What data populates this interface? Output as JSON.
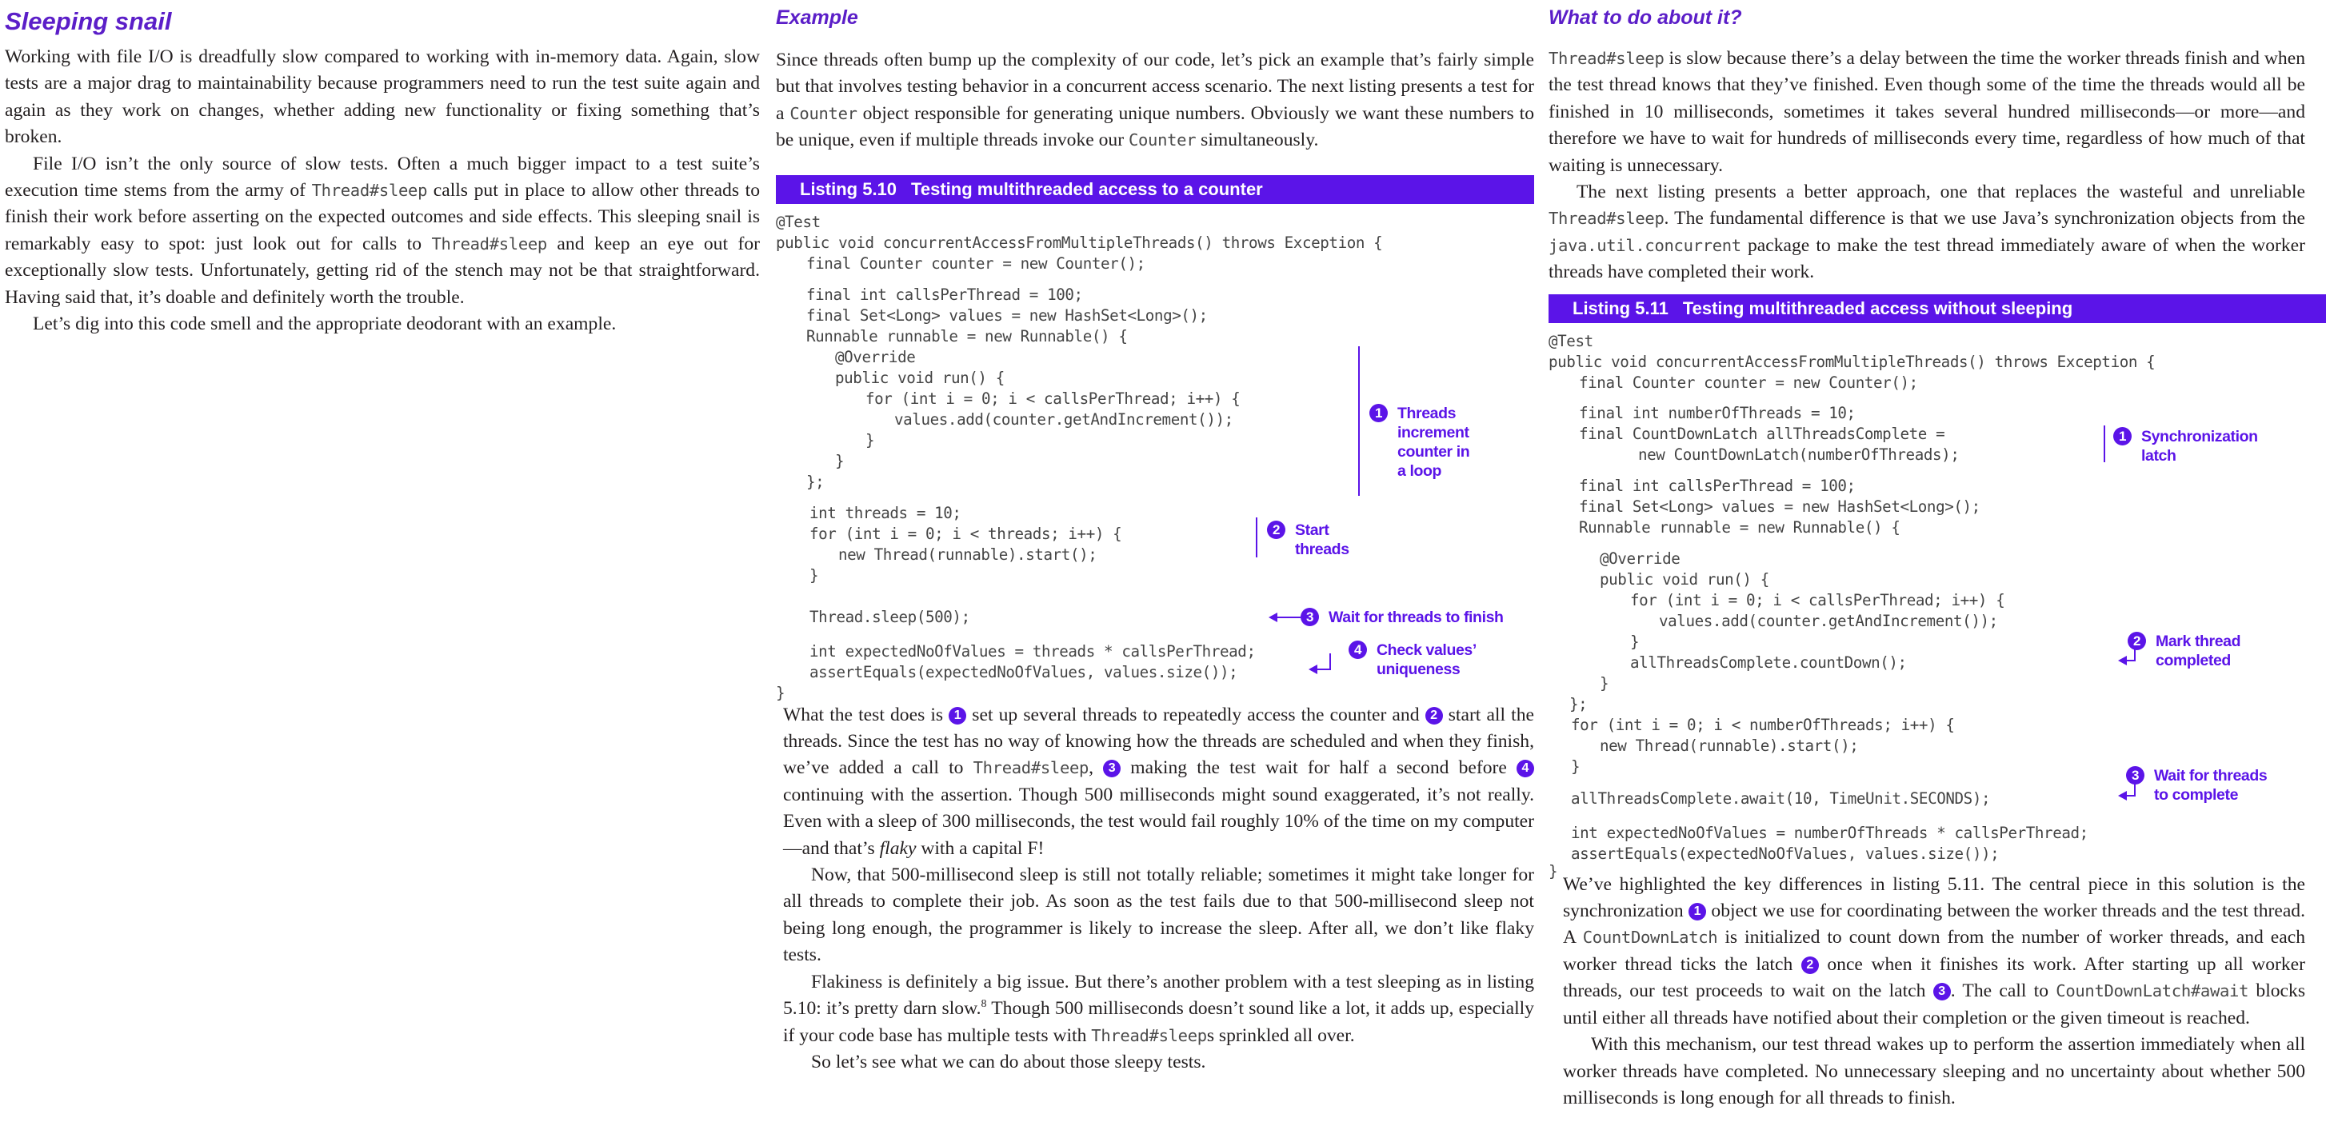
{
  "col1": {
    "heading": "Sleeping snail",
    "p1": "Working with file I/O is dreadfully slow compared to working with in-memory data. Again, slow tests are a major drag to maintainability because programmers need to run the test suite again and again as they work on changes, whether adding new functionality or fixing something that’s broken.",
    "p2a": "File I/O isn’t the only source of slow tests. Often a much bigger impact to a test suite’s execution time stems from the army of ",
    "p2_code1": "Thread#sleep",
    "p2b": " calls put in place to allow other threads to finish their work before asserting on the expected outcomes and side effects. This sleeping snail is remarkably easy to spot: just look out for calls to ",
    "p2_code2": "Thread#sleep",
    "p2c": " and keep an eye out for exceptionally slow tests. Unfortunately, getting rid of the stench may not be that straightforward. Having said that, it’s doable and definitely worth the trouble.",
    "p3": "Let’s dig into this code smell and the appropriate deodorant with an example."
  },
  "col2": {
    "heading": "Example",
    "intro_a": "Since threads often bump up the complexity of our code, let’s pick an example that’s fairly simple but that involves testing behavior in a concurrent access scenario. The next listing presents a test for a ",
    "intro_code1": "Counter",
    "intro_b": " object responsible for generating unique numbers. Obviously we want these numbers to be unique, even if multiple threads invoke our ",
    "intro_code2": "Counter",
    "intro_c": " simultaneously.",
    "listing_number": "Listing 5.10",
    "listing_title": "Testing multithreaded access to a counter",
    "code": [
      "@Test",
      "public void concurrentAccessFromMultipleThreads() throws Exception {",
      "final Counter counter = new Counter();",
      "final int callsPerThread = 100;",
      "final Set<Long> values = new HashSet<Long>();",
      "Runnable runnable = new Runnable() {",
      "@Override",
      "public void run() {",
      "for (int i = 0; i < callsPerThread; i++) {",
      "values.add(counter.getAndIncrement());",
      "}",
      "}",
      "};",
      "int threads = 10;",
      "for (int i = 0; i < threads; i++) {",
      "new Thread(runnable).start();",
      "}",
      "Thread.sleep(500);",
      "int expectedNoOfValues = threads * callsPerThread;",
      "assertEquals(expectedNoOfValues, values.size());",
      "}"
    ],
    "callouts": [
      {
        "n": "1",
        "text": "Threads\nincrement\ncounter in\na loop"
      },
      {
        "n": "2",
        "text": "Start\nthreads"
      },
      {
        "n": "3",
        "text": "Wait for threads to finish"
      },
      {
        "n": "4",
        "text": "Check values’\nuniqueness"
      }
    ],
    "p1a": "What the test does is ",
    "p1_m1": "1",
    "p1b": " set up several threads to repeatedly access the counter and ",
    "p1_m2": "2",
    "p1c": " start all the threads. Since the test has no way of knowing how the threads are scheduled and when they finish, we’ve added a call to ",
    "p1_code": "Thread#sleep",
    "p1d": ", ",
    "p1_m3": "3",
    "p1e": " making the test wait for half a second before ",
    "p1_m4": "4",
    "p1f": " continuing with the assertion. Though 500 milliseconds might sound exaggerated, it’s not really. Even with a sleep of 300 milliseconds, the test would fail roughly 10% of the time on my computer—and that’s ",
    "p1_em": "flaky",
    "p1g": " with a capital F!",
    "p2": "Now, that 500-millisecond sleep is still not totally reliable; sometimes it might take longer for all threads to complete their job. As soon as the test fails due to that 500-millisecond sleep not being long enough, the programmer is likely to increase the sleep. After all, we don’t like flaky tests.",
    "p3a": "Flakiness is definitely a big issue. But there’s another problem with a test sleeping as in listing 5.10: it’s pretty darn slow.",
    "p3_sup": "8",
    "p3b": " Though 500 milliseconds doesn’t sound like a lot, it adds up, especially if your code base has multiple tests with ",
    "p3_code": "Thread#sleep",
    "p3c": "s sprinkled all over.",
    "p4": "So let’s see what we can do about those sleepy tests."
  },
  "col3": {
    "heading": "What to do about it?",
    "p1_code": "Thread#sleep",
    "p1a": " is slow because there’s a delay between the time the worker threads finish and when the test thread knows that they’ve finished. Even though some of the time the threads would all be finished in 10 milliseconds, sometimes it takes several hundred milliseconds—or more—and therefore we have to wait for hundreds of milliseconds every time, regardless of how much of that waiting is unnecessary.",
    "p2a": "The next listing presents a better approach, one that replaces the wasteful and unreliable ",
    "p2_code1": "Thread#sleep",
    "p2b": ". The fundamental difference is that we use Java’s synchronization objects from the ",
    "p2_code2": "java.util.concurrent",
    "p2c": " package to make the test thread immediately aware of when the worker threads have completed their work.",
    "listing_number": "Listing 5.11",
    "listing_title": "Testing multithreaded access without sleeping",
    "code": [
      "@Test",
      "public void concurrentAccessFromMultipleThreads() throws Exception {",
      "final Counter counter = new Counter();",
      "final int numberOfThreads = 10;",
      "final CountDownLatch allThreadsComplete =",
      "new CountDownLatch(numberOfThreads);",
      "final int callsPerThread = 100;",
      "final Set<Long> values = new HashSet<Long>();",
      "Runnable runnable = new Runnable() {",
      "@Override",
      "public void run() {",
      "for (int i = 0; i < callsPerThread; i++) {",
      "values.add(counter.getAndIncrement());",
      "}",
      "allThreadsComplete.countDown();",
      "}",
      "};",
      "for (int i = 0; i < numberOfThreads; i++) {",
      "new Thread(runnable).start();",
      "}",
      "allThreadsComplete.await(10, TimeUnit.SECONDS);",
      "int expectedNoOfValues = numberOfThreads * callsPerThread;",
      "assertEquals(expectedNoOfValues, values.size());",
      "}"
    ],
    "callouts": [
      {
        "n": "1",
        "text": "Synchronization\nlatch"
      },
      {
        "n": "2",
        "text": "Mark thread\ncompleted"
      },
      {
        "n": "3",
        "text": "Wait for threads\nto complete"
      }
    ],
    "p3a": "We’ve highlighted the key differences in listing 5.11. The central piece in this solution is the synchronization ",
    "p3_m1": "1",
    "p3b": " object we use for coordinating between the worker threads and the test thread. A ",
    "p3_code1": "CountDownLatch",
    "p3c": " is initialized to count down from the number of worker threads, and each worker thread ticks the latch ",
    "p3_m2": "2",
    "p3d": " once when it finishes its work. After starting up all worker threads, our test proceeds to wait on the latch ",
    "p3_m3": "3",
    "p3e": ". The call to ",
    "p3_code2": "CountDownLatch#await",
    "p3f": " blocks until either all threads have notified about their completion or the given timeout is reached.",
    "p4": "With this mechanism, our test thread wakes up to perform the assertion immediately when all worker threads have completed. No unnecessary sleeping and no uncertainty about whether 500 milliseconds is long enough for all threads to finish."
  }
}
